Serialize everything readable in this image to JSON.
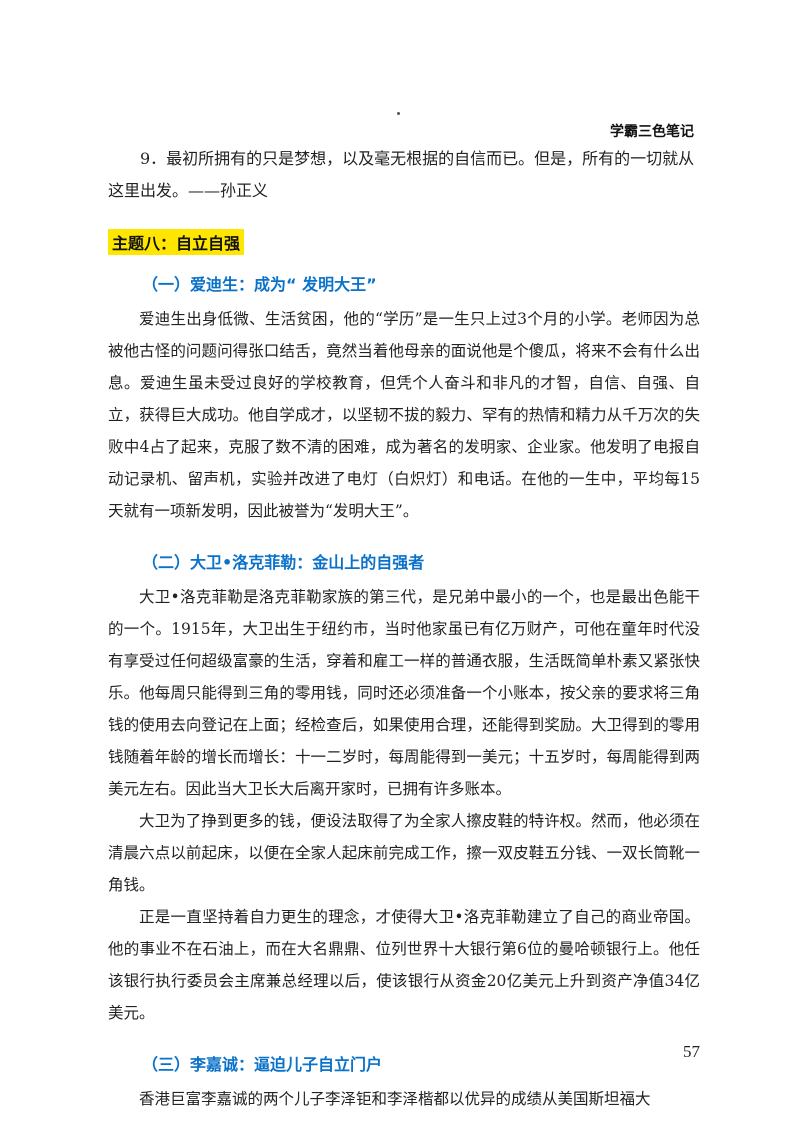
{
  "header": {
    "label": "学霸三色笔记"
  },
  "quote": {
    "text": "9．最初所拥有的只是梦想，以及毫无根据的自信而已。但是，所有的一切就从这里出发。——孙正义"
  },
  "topic": {
    "title": "主题八：自立自强"
  },
  "sections": [
    {
      "title": "（一）爱迪生：成为“ 发明大王”",
      "paragraphs": [
        "爱迪生出身低微、生活贫困，他的“学历”是一生只上过3个月的小学。老师因为总被他古怪的问题问得张口结舌，竟然当着他母亲的面说他是个傻瓜，将来不会有什么出息。爱迪生虽未受过良好的学校教育，但凭个人奋斗和非凡的才智，自信、自强、自立，获得巨大成功。他自学成才，以坚韧不拔的毅力、罕有的热情和精力从千万次的失败中4占了起来，克服了数不清的困难，成为著名的发明家、企业家。他发明了电报自动记录机、留声机，实验并改进了电灯（白炽灯）和电话。在他的一生中，平均每15天就有一项新发明，因此被誉为“发明大王”。"
      ]
    },
    {
      "title": "（二）大卫•洛克菲勒：金山上的自强者",
      "paragraphs": [
        "大卫•洛克菲勒是洛克菲勒家族的第三代，是兄弟中最小的一个，也是最出色能干的一个。1915年，大卫出生于纽约市，当时他家虽已有亿万财产，可他在童年时代没有享受过任何超级富豪的生活，穿着和雇工一样的普通衣服，生活既简单朴素又紧张快乐。他每周只能得到三角的零用钱，同时还必须准备一个小账本，按父亲的要求将三角钱的使用去向登记在上面；经检查后，如果使用合理，还能得到奖励。大卫得到的零用钱随着年龄的增长而增长：十一二岁时，每周能得到一美元；十五岁时，每周能得到两美元左右。因此当大卫长大后离开家时，已拥有许多账本。",
        "大卫为了挣到更多的钱，便设法取得了为全家人擦皮鞋的特许权。然而，他必须在清晨六点以前起床，以便在全家人起床前完成工作，擦一双皮鞋五分钱、一双长筒靴一角钱。",
        "正是一直坚持着自力更生的理念，才使得大卫•洛克菲勒建立了自己的商业帝国。他的事业不在石油上，而在大名鼎鼎、位列世界十大银行第6位的曼哈顿银行上。他任该银行执行委员会主席兼总经理以后，使该银行从资金20亿美元上升到资产净值34亿美元。"
      ]
    },
    {
      "title": "（三）李嘉诚：逼迫儿子自立门户",
      "paragraphs": [
        "香港巨富李嘉诚的两个儿子李泽钜和李泽楷都以优异的成绩从美国斯坦福大"
      ]
    }
  ],
  "footer": {
    "page_number": "57"
  },
  "colors": {
    "section_title": "#0a72c9",
    "topic_highlight": "#ffe600"
  }
}
